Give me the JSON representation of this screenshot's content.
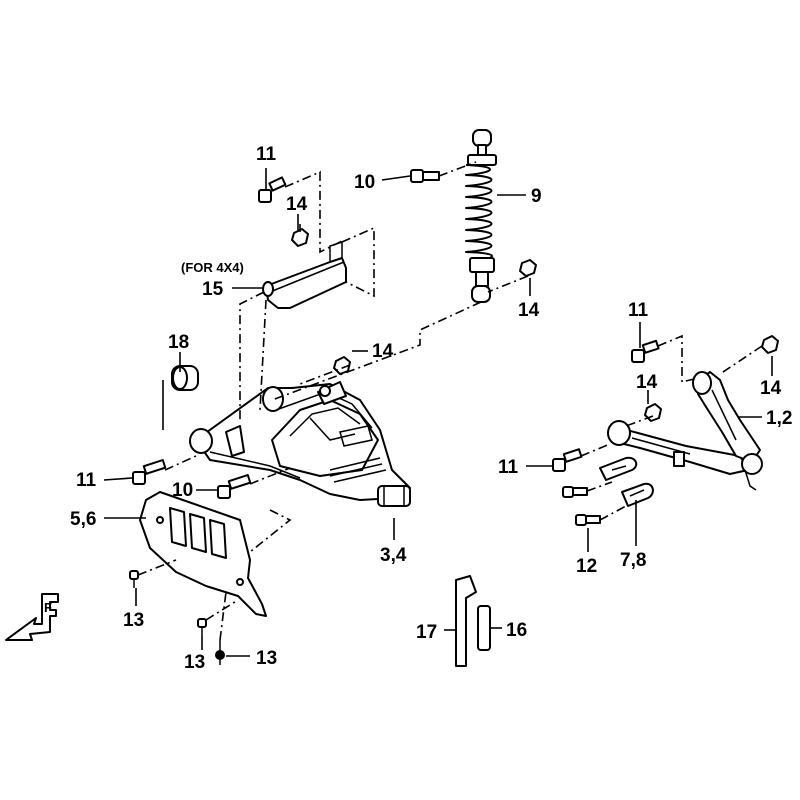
{
  "diagram": {
    "note_4x4": "(FOR 4X4)",
    "callouts": {
      "c1": "11",
      "c2": "14",
      "c3": "10",
      "c4": "9",
      "c5": "14",
      "c6": "15",
      "c7": "18",
      "c8": "14",
      "c9": "11",
      "c10": "10",
      "c11": "3,4",
      "c12": "5,6",
      "c13": "13",
      "c14": "13",
      "c15": "13",
      "c16": "17",
      "c17": "16",
      "c18": "11",
      "c19": "14",
      "c20": "14",
      "c21": "1,2",
      "c22": "11",
      "c23": "12",
      "c24": "7,8"
    },
    "icons": {
      "front_arrow": "front-direction-arrow-icon",
      "front_letter": "F"
    }
  }
}
